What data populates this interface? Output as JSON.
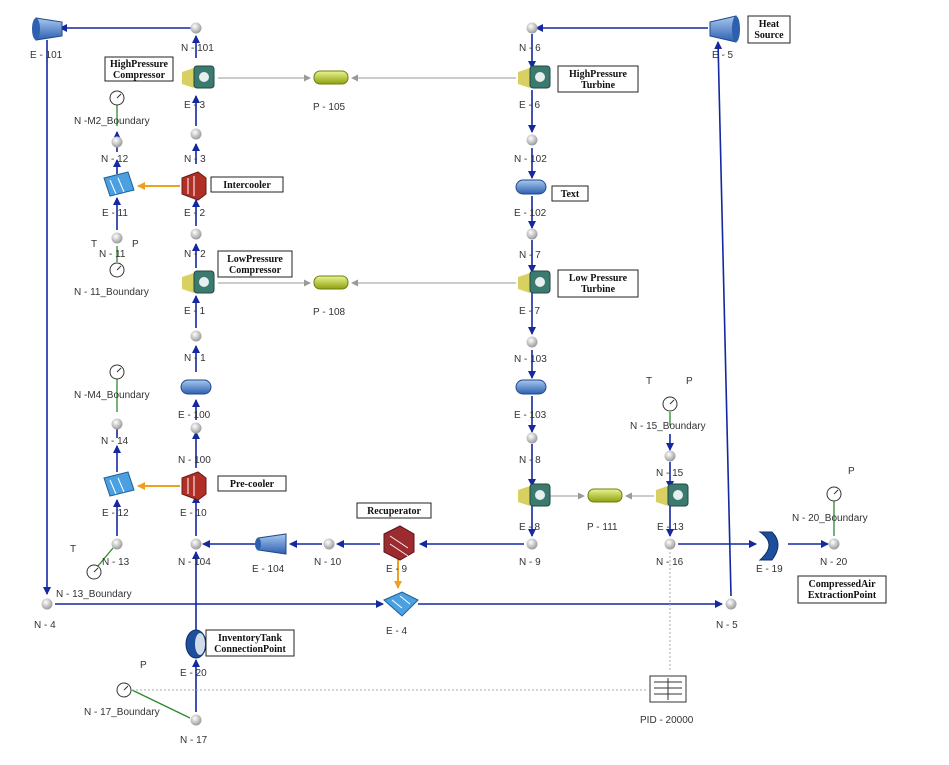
{
  "colors": {
    "flow": "#1428a0",
    "heat": "#f0a020",
    "shaft": "#9a9a9a",
    "signal": "#2c8a2c",
    "control": "#aaaaaa",
    "node": "#c8c8c8",
    "duct": "#5b8fd0",
    "cooler": "#c0392b",
    "exchanger": "#3a9ad9",
    "shaftPipe": "#c8dc32"
  },
  "nodes": {
    "n101": "N - 101",
    "n3": "N - 3",
    "n12": "N - 12",
    "n11": "N - 11",
    "n2": "N - 2",
    "n1": "N - 1",
    "n100": "N - 100",
    "n14": "N - 14",
    "n104": "N - 104",
    "n13": "N - 13",
    "n4": "N - 4",
    "n17": "N - 17",
    "n6": "N - 6",
    "n102": "N - 102",
    "n7": "N - 7",
    "n103": "N - 103",
    "n8": "N - 8",
    "n9": "N - 9",
    "n10": "N - 10",
    "n15": "N - 15",
    "n16": "N - 16",
    "n5": "N - 5",
    "n20": "N - 20"
  },
  "elements": {
    "e101": "E - 101",
    "e3": "E - 3",
    "e11": "E - 11",
    "e2": "E - 2",
    "e1": "E - 1",
    "e100": "E - 100",
    "e12": "E - 12",
    "e10": "E - 10",
    "e20": "E - 20",
    "e6": "E - 6",
    "e102": "E - 102",
    "e7": "E - 7",
    "e103": "E - 103",
    "e8": "E - 8",
    "e13": "E - 13",
    "e104": "E - 104",
    "e9": "E - 9",
    "e4": "E - 4",
    "e5": "E - 5",
    "e19": "E - 19"
  },
  "boundaries": {
    "m2": "N -M2_Boundary",
    "b11": "N - 11_Boundary",
    "m4": "N -M4_Boundary",
    "b13": "N - 13_Boundary",
    "b15": "N - 15_Boundary",
    "b20": "N - 20_Boundary",
    "b17": "N - 17_Boundary"
  },
  "shafts": {
    "p105": "P - 105",
    "p108": "P - 108",
    "p111": "P - 111"
  },
  "pid": "PID - 20000",
  "sensor_letters": {
    "t": "T",
    "p": "P"
  },
  "labels": {
    "hp_compressor": [
      "HighPressure",
      "Compressor"
    ],
    "intercooler": [
      "Intercooler"
    ],
    "lp_compressor": [
      "LowPressure",
      "Compressor"
    ],
    "precooler": [
      "Pre-cooler"
    ],
    "recuperator": [
      "Recuperator"
    ],
    "inventory_tank": [
      "InventoryTank",
      "ConnectionPoint"
    ],
    "heat_source": [
      "Heat",
      "Source"
    ],
    "hp_turbine": [
      "HighPressure",
      "Turbine"
    ],
    "text_box": [
      "Text"
    ],
    "lp_turbine": [
      "Low Pressure",
      "Turbine"
    ],
    "air_extraction": [
      "CompressedAir",
      "ExtractionPoint"
    ]
  }
}
